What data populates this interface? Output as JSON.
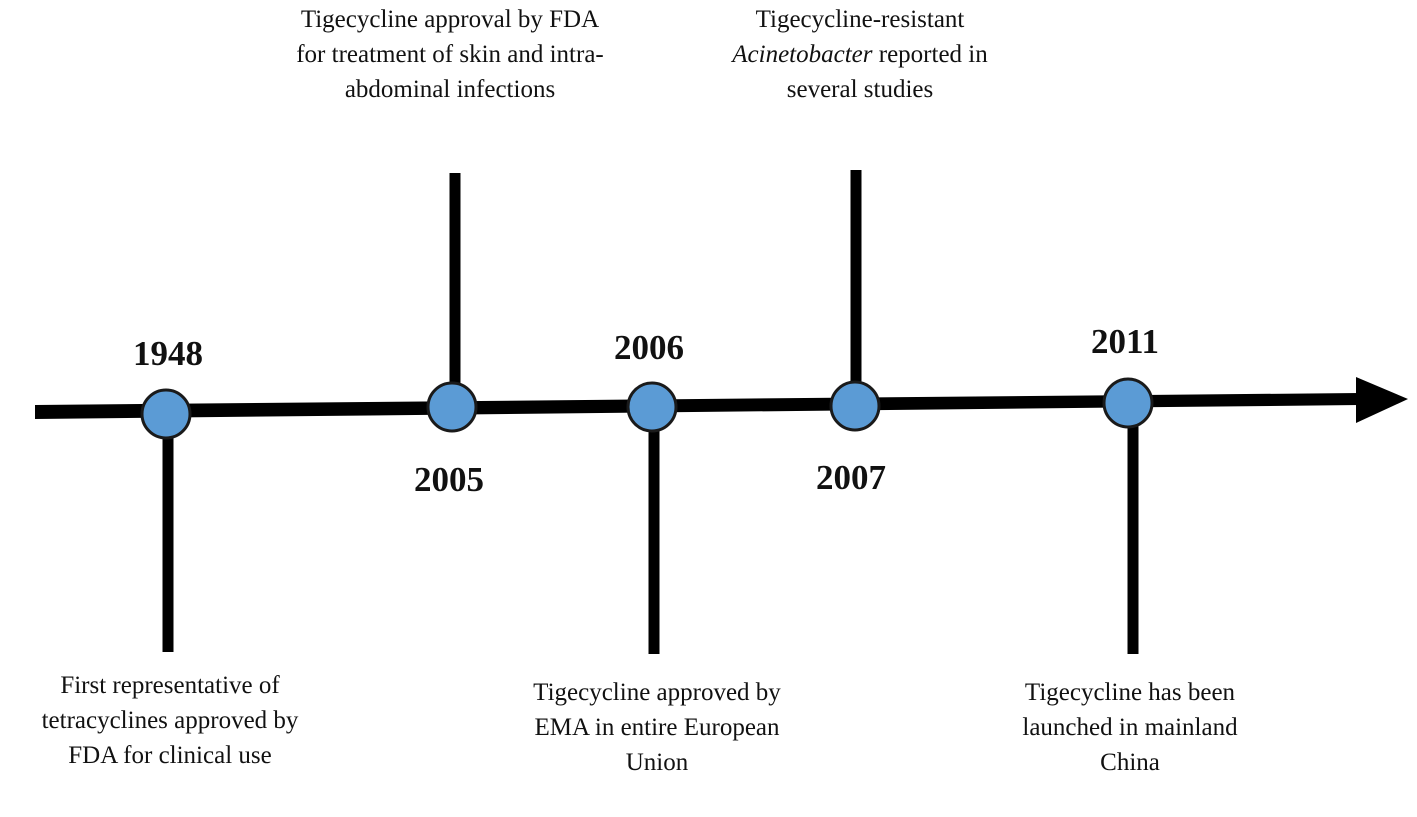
{
  "timeline": {
    "events": [
      {
        "id": "1948",
        "year": "1948",
        "description_lines": [
          "First representative of",
          "tetracyclines approved by",
          "FDA for clinical use"
        ]
      },
      {
        "id": "2005",
        "year": "2005",
        "description_lines": [
          "Tigecycline approval by FDA",
          "for treatment of skin and intra-",
          "abdominal infections"
        ]
      },
      {
        "id": "2006",
        "year": "2006",
        "description_lines": [
          "Tigecycline approved by",
          "EMA in entire European",
          "Union"
        ]
      },
      {
        "id": "2007",
        "year": "2007",
        "description_lines": [
          "Tigecycline-resistant",
          "reported in",
          "several studies"
        ],
        "italic_term": "Acinetobacter"
      },
      {
        "id": "2011",
        "year": "2011",
        "description_lines": [
          "Tigecycline has been",
          "launched in mainland",
          "China"
        ]
      }
    ],
    "colors": {
      "axis": "#000000",
      "node_fill": "#5b9bd5",
      "node_stroke": "#1a1a1a"
    }
  }
}
